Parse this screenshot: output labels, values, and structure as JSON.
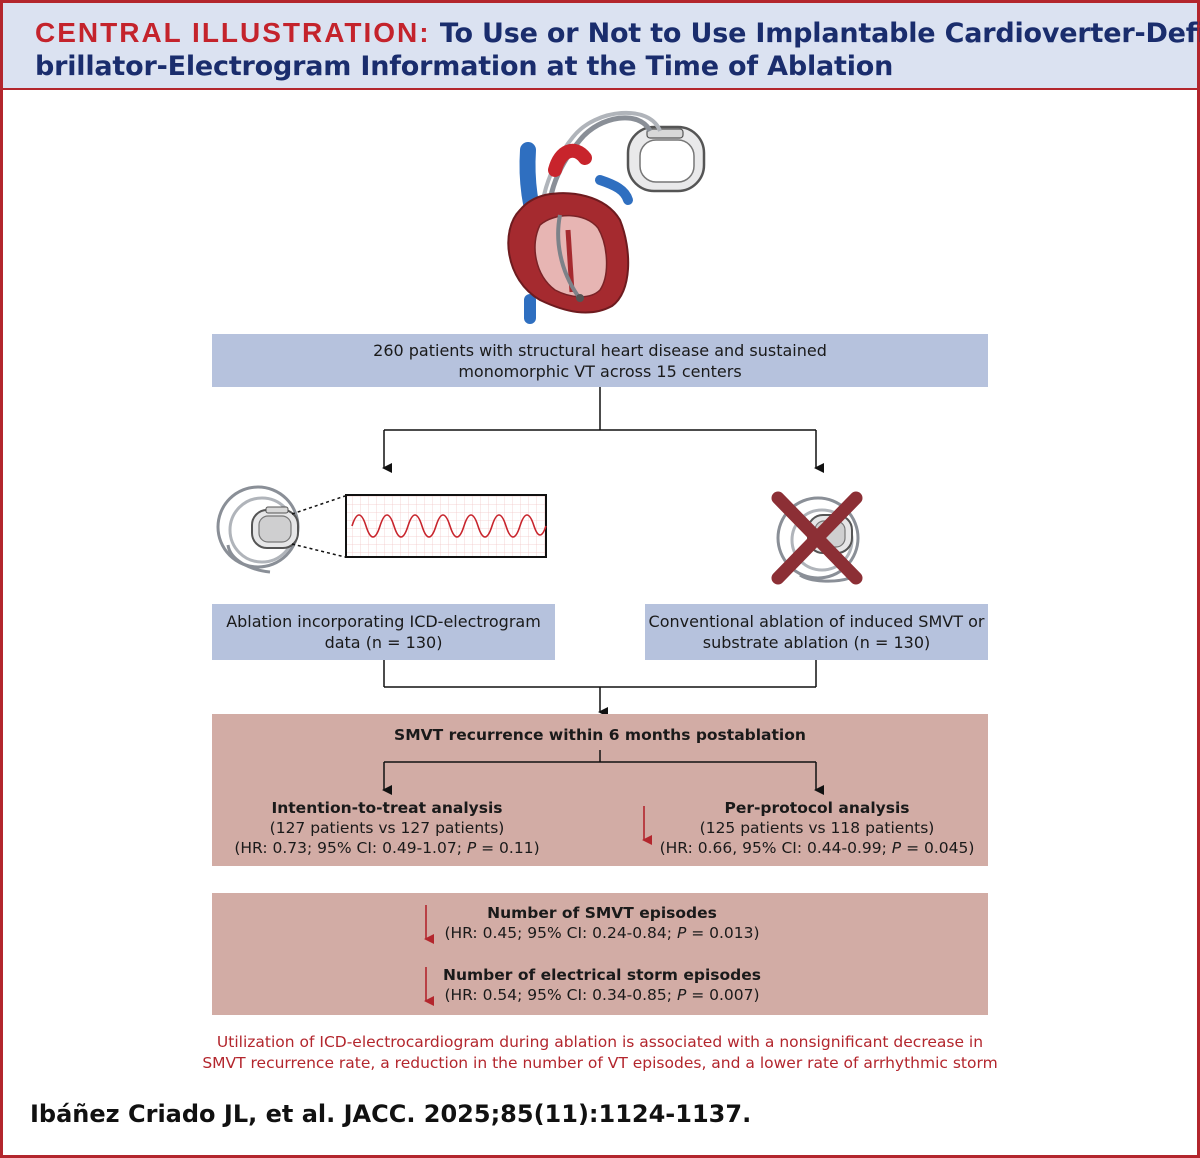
{
  "header": {
    "label": "CENTRAL ILLUSTRATION:",
    "title_line1": "To Use or Not to Use Implantable Cardioverter-Defi-",
    "title_line2": "brillator-Electrogram Information at the Time of Ablation"
  },
  "population": {
    "line1": "260 patients with structural heart disease and sustained",
    "line2": "monomorphic VT across 15 centers"
  },
  "arm_icd": {
    "line1": "Ablation incorporating ICD-electrogram",
    "line2": "data (n = 130)"
  },
  "arm_conventional": {
    "line1": "Conventional ablation of induced SMVT or",
    "line2": "substrate ablation (n = 130)"
  },
  "outcome": {
    "title": "SMVT recurrence within 6 months postablation",
    "itt": {
      "title": "Intention-to-treat analysis",
      "line2": "(127 patients vs 127 patients)",
      "stats_prefix": "(HR: 0.73; 95% CI: 0.49-1.07; ",
      "p_label": "P",
      "stats_suffix": " = 0.11)"
    },
    "pp": {
      "title": "Per-protocol analysis",
      "line2": "(125 patients vs 118 patients)",
      "stats_prefix": "(HR: 0.66, 95% CI: 0.44-0.99; ",
      "p_label": "P",
      "stats_suffix": " = 0.045)"
    }
  },
  "secondary": {
    "episodes": {
      "title": "Number of SMVT episodes",
      "stats_prefix": "(HR: 0.45; 95% CI: 0.24-0.84; ",
      "p_label": "P",
      "stats_suffix": " = 0.013)"
    },
    "storm": {
      "title": "Number of electrical storm episodes",
      "stats_prefix": "(HR: 0.54; 95% CI: 0.34-0.85; ",
      "p_label": "P",
      "stats_suffix": " = 0.007)"
    }
  },
  "conclusion": {
    "line1": "Utilization of ICD-electrocardiogram during ablation is associated with a nonsignificant decrease in",
    "line2": "SMVT recurrence rate, a reduction in the number of VT episodes, and a lower rate of arrhythmic storm"
  },
  "citation": "Ibáñez Criado JL, et al. JACC. 2025;85(11):1124-1137.",
  "icons": {
    "heart": "heart-with-icd-icon",
    "icd_egm": "icd-electrogram-icon",
    "crossed_icd": "crossed-out-icd-icon",
    "decrease": "down-arrow-icon"
  },
  "colors": {
    "accent_red": "#c4232c",
    "title_navy": "#1a2d6d",
    "header_bg": "#dbe2f1",
    "box_blue": "#b6c2dd",
    "box_rose": "#d2aca5",
    "cross": "#8c2f35"
  }
}
